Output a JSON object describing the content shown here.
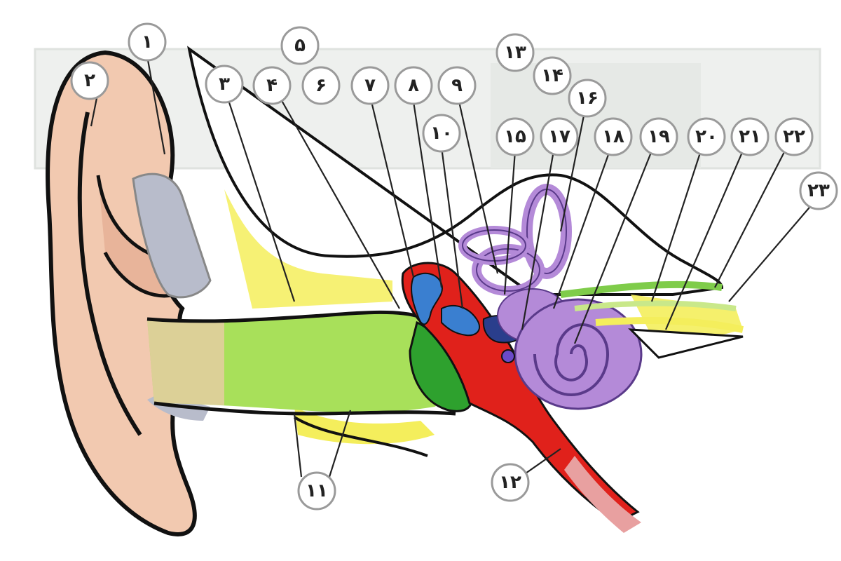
{
  "labels": {
    "n1": "۱",
    "n2": "۲",
    "n3": "۳",
    "n4": "۴",
    "n5": "۵",
    "n6": "۶",
    "n7": "۷",
    "n8": "۸",
    "n9": "۹",
    "n10": "۱۰",
    "n11": "۱۱",
    "n12": "۱۲",
    "n13": "۱۳",
    "n14": "۱۴",
    "n15": "۱۵",
    "n16": "۱۶",
    "n17": "۱۷",
    "n18": "۱۸",
    "n19": "۱۹",
    "n20": "۲۰",
    "n21": "۲۱",
    "n22": "۲۲",
    "n23": "۲۳"
  },
  "colors": {
    "skin": "#f2c9b0",
    "skin_shadow": "#e8b49a",
    "canal": "#a8e05a",
    "yellow_bone": "#f4ee5c",
    "middle_ear_red": "#e0211b",
    "ossicle_blue": "#3a7fd0",
    "cochlea_purple": "#b48ad8",
    "ear_drum_green": "#2ea12e",
    "gray_cartilage": "#b8bccb",
    "bg_panel": "#e9ece9"
  }
}
